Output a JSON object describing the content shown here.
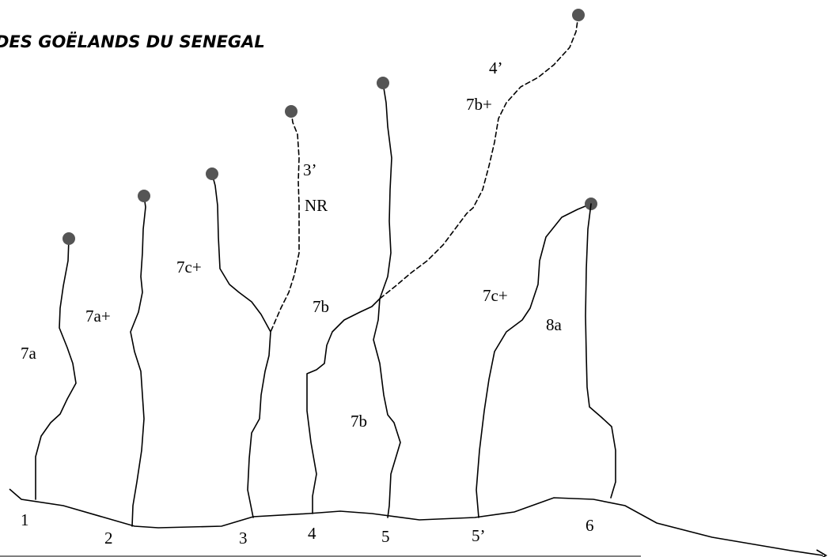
{
  "title": "DES GOËLANDS DU SENEGAL",
  "route_numbers": [
    "1",
    "2",
    "3",
    "4",
    "5",
    "5’",
    "6"
  ],
  "grades": {
    "route1": "7a",
    "route2": "7a+",
    "route3": "7c+",
    "route3_project": "3’",
    "route3_project_status": "NR",
    "route4": "7b",
    "route4_project": "4’",
    "route4_project_grade": "7b+",
    "route5": "7b",
    "route5p": "7c+",
    "route6": "8a"
  },
  "colors": {
    "line": "#000000",
    "anchor": "#555555",
    "background": "#ffffff"
  }
}
